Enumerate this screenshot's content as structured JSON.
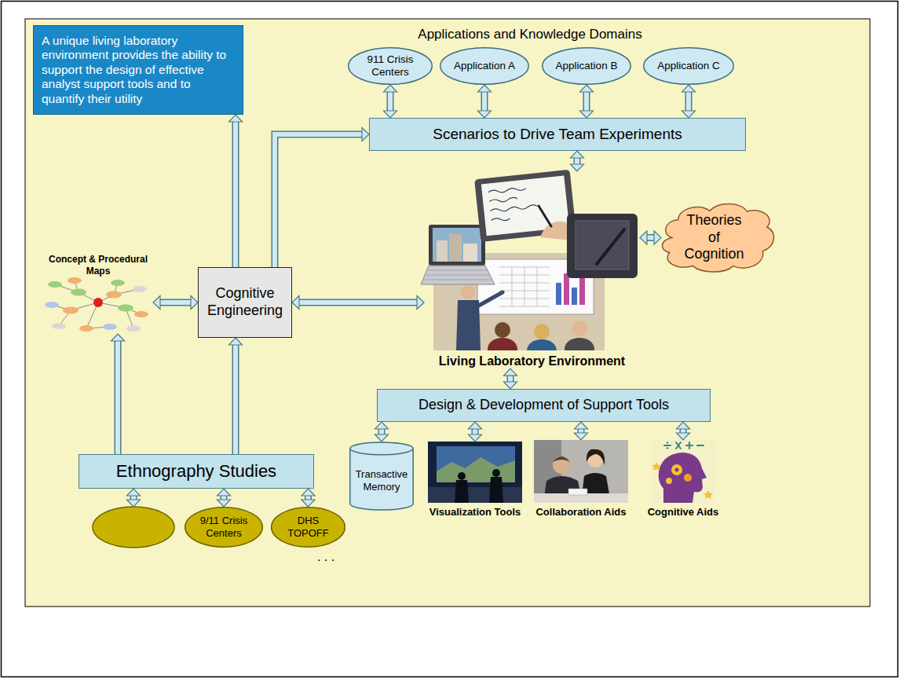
{
  "diagram": {
    "nodes": [
      {
        "text": [
          "A unique living laboratory environment provides the ability to support the design of effective analyst support tools and to quantify their utility"
        ]
      },
      {
        "text": [
          "911 Crisis Centers"
        ]
      },
      {
        "text": [
          "Application A"
        ]
      },
      {
        "text": [
          "Application B"
        ]
      },
      {
        "text": [
          "Application C"
        ]
      },
      {
        "text": [
          "Scenarios to Drive Team Experiments"
        ]
      },
      {
        "text": [
          "Cognitive Engineering"
        ]
      },
      {
        "text": [
          "Living Laboratory Environment"
        ]
      },
      {
        "text": [
          "Theories of Cognition"
        ]
      },
      {
        "text": [
          "Concept & Procedural Maps"
        ]
      },
      {
        "text": [
          "Design & Development of Support Tools"
        ]
      },
      {
        "text": [
          "Ethnography Studies"
        ]
      },
      {
        "text": [
          "9/11 Crisis Centers"
        ]
      },
      {
        "text": [
          "DHS TOPOFF"
        ]
      },
      {
        "text": [
          "Transactive Memory"
        ]
      },
      {
        "text": [
          "Visualization Tools"
        ]
      },
      {
        "text": [
          "Collaboration Aids"
        ]
      },
      {
        "text": [
          "Cognitive Aids"
        ]
      }
    ],
    "edges": [
      {
        "from": 1,
        "to": 5,
        "arrow": "both"
      },
      {
        "from": 2,
        "to": 5,
        "arrow": "both"
      },
      {
        "from": 3,
        "to": 5,
        "arrow": "both"
      },
      {
        "from": 4,
        "to": 5,
        "arrow": "both"
      },
      {
        "from": 5,
        "to": 7,
        "arrow": "both"
      },
      {
        "from": 7,
        "to": 8,
        "arrow": "both"
      },
      {
        "from": 6,
        "to": 7,
        "arrow": "both"
      },
      {
        "from": 9,
        "to": 6,
        "arrow": "both"
      },
      {
        "from": 6,
        "to": 0,
        "arrow": "to"
      },
      {
        "from": 6,
        "to": 5,
        "arrow": "to"
      },
      {
        "from": 11,
        "to": 6,
        "arrow": "to"
      },
      {
        "from": 11,
        "to": 9,
        "arrow": "to"
      },
      {
        "from": 7,
        "to": 10,
        "arrow": "both"
      },
      {
        "from": 10,
        "to": 14,
        "arrow": "both"
      },
      {
        "from": 10,
        "to": 15,
        "arrow": "both"
      },
      {
        "from": 10,
        "to": 16,
        "arrow": "both"
      },
      {
        "from": 10,
        "to": 17,
        "arrow": "both"
      },
      {
        "from": 11,
        "to": 12,
        "arrow": "both"
      },
      {
        "from": 11,
        "to": 13,
        "arrow": "both"
      }
    ],
    "labels": [
      "Applications and Knowledge Domains",
      ". . ."
    ]
  }
}
